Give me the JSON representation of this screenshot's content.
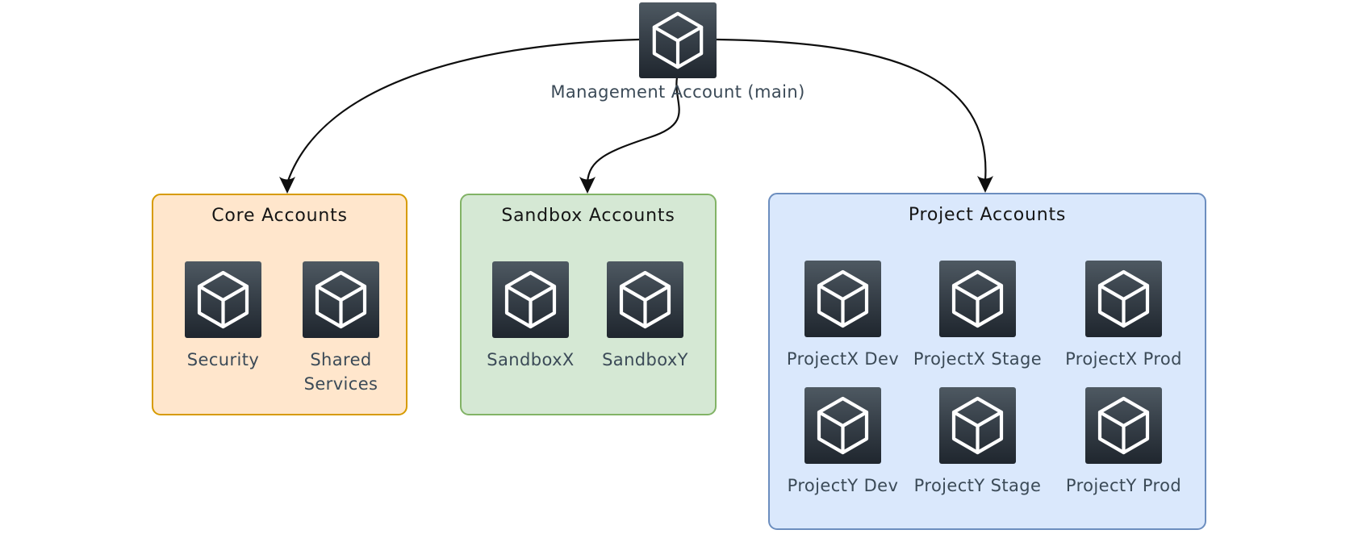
{
  "diagram": {
    "connector_color": "#0e0e0e",
    "root": {
      "label": "Management Account (main)",
      "icon": "cube-icon"
    },
    "groups": [
      {
        "id": "core",
        "title": "Core Accounts",
        "border_color": "#D79B00",
        "fill_color": "#FFE6CC",
        "nodes": [
          {
            "label": "Security",
            "icon": "cube-icon"
          },
          {
            "label": "Shared Services",
            "icon": "cube-icon"
          }
        ]
      },
      {
        "id": "sandbox",
        "title": "Sandbox Accounts",
        "border_color": "#82B366",
        "fill_color": "#D5E8D4",
        "nodes": [
          {
            "label": "SandboxX",
            "icon": "cube-icon"
          },
          {
            "label": "SandboxY",
            "icon": "cube-icon"
          }
        ]
      },
      {
        "id": "project",
        "title": "Project Accounts",
        "border_color": "#6C8EBF",
        "fill_color": "#DAE8FC",
        "nodes": [
          {
            "label": "ProjectX Dev",
            "icon": "cube-icon"
          },
          {
            "label": "ProjectX Stage",
            "icon": "cube-icon"
          },
          {
            "label": "ProjectX Prod",
            "icon": "cube-icon"
          },
          {
            "label": "ProjectY Dev",
            "icon": "cube-icon"
          },
          {
            "label": "ProjectY Stage",
            "icon": "cube-icon"
          },
          {
            "label": "ProjectY Prod",
            "icon": "cube-icon"
          }
        ]
      }
    ]
  }
}
